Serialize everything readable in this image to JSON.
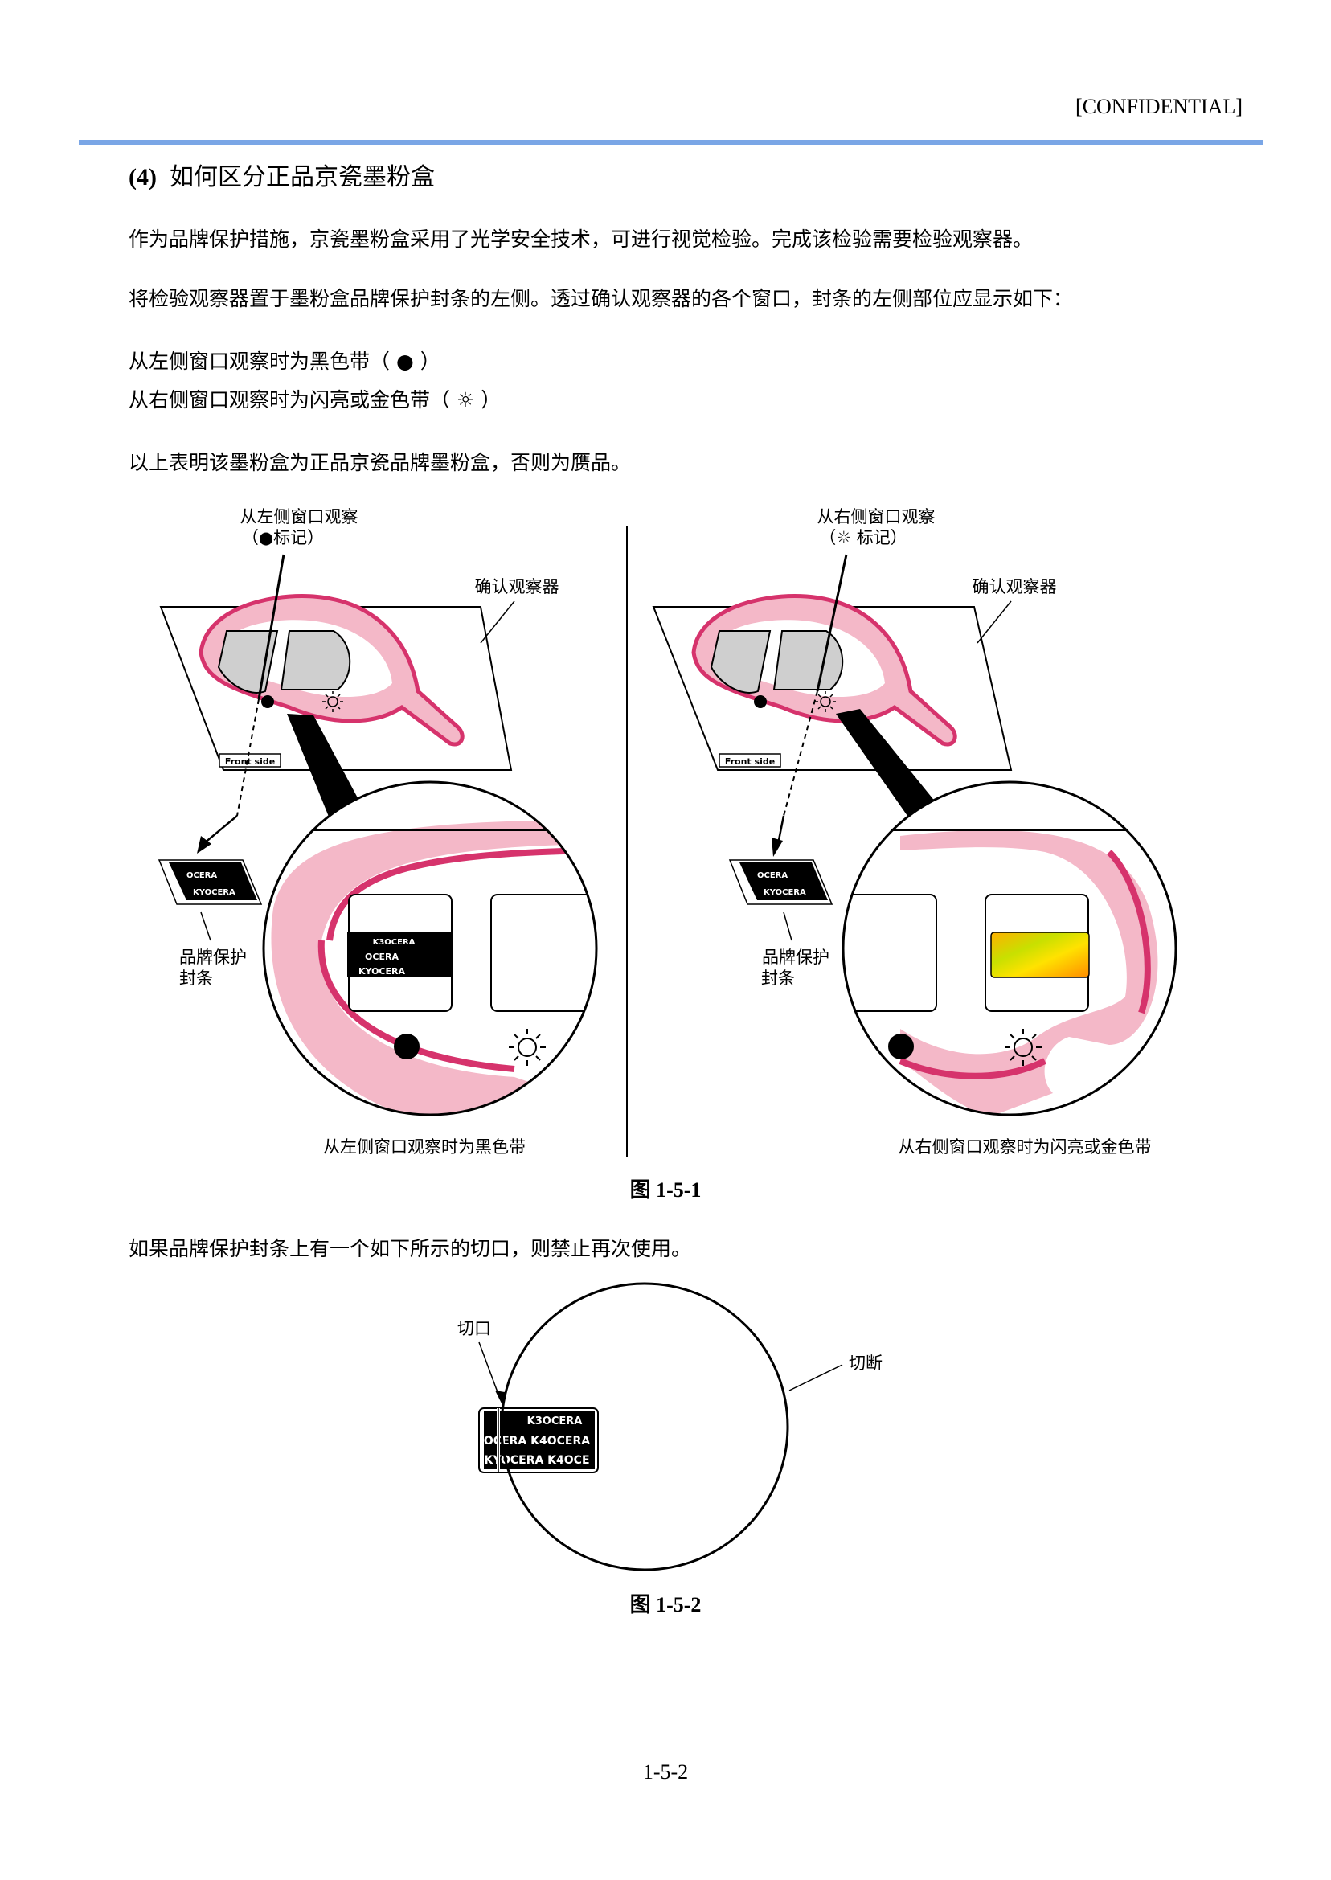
{
  "header": {
    "confidential": "[CONFIDENTIAL]"
  },
  "section": {
    "number": "(4)",
    "title": "如何区分正品京瓷墨粉盒"
  },
  "paragraphs": {
    "p1": "作为品牌保护措施，京瓷墨粉盒采用了光学安全技术，可进行视觉检验。完成该检验需要检验观察器。",
    "p2": "将检验观察器置于墨粉盒品牌保护封条的左侧。透过确认观察器的各个窗口，封条的左侧部位应显示如下：",
    "p3": "从左侧窗口观察时为黑色带（ ● ）",
    "p4": "从右侧窗口观察时为闪亮或金色带（ ☼ ）",
    "p5": "以上表明该墨粉盒为正品京瓷品牌墨粉盒，否则为赝品。",
    "p6": "如果品牌保护封条上有一个如下所示的切口，则禁止再次使用。"
  },
  "figure1": {
    "left": {
      "title_line1": "从左侧窗口观察",
      "title_line2": "（●标记）",
      "viewer_label": "确认观察器",
      "front_side": "Front side",
      "seal_label_line1": "品牌保护",
      "seal_label_line2": "封条",
      "bottom_caption": "从左侧窗口观察时为黑色带"
    },
    "right": {
      "title_line1": "从右侧窗口观察",
      "title_line2": "（☼ 标记）",
      "viewer_label": "确认观察器",
      "front_side": "Front side",
      "seal_label_line1": "品牌保护",
      "seal_label_line2": "封条",
      "bottom_caption": "从右侧窗口观察时为闪亮或金色带"
    },
    "seal_text_lines": [
      "K3OCERA",
      "OCERA",
      "KYOCERA"
    ],
    "caption": "图 1-5-1"
  },
  "figure2": {
    "notch_label": "切口",
    "cut_label": "切断",
    "seal_text_lines": [
      "K3OCERA",
      "OCERA K4OCERA",
      "KYOCERA K4OCE"
    ],
    "caption": "图 1-5-2"
  },
  "footer": {
    "page_number": "1-5-2"
  },
  "colors": {
    "rule": "#7aa6e6",
    "pink_light": "#f4b8c8",
    "pink_dark": "#d6336c",
    "window_gray": "#cfcfcf"
  }
}
